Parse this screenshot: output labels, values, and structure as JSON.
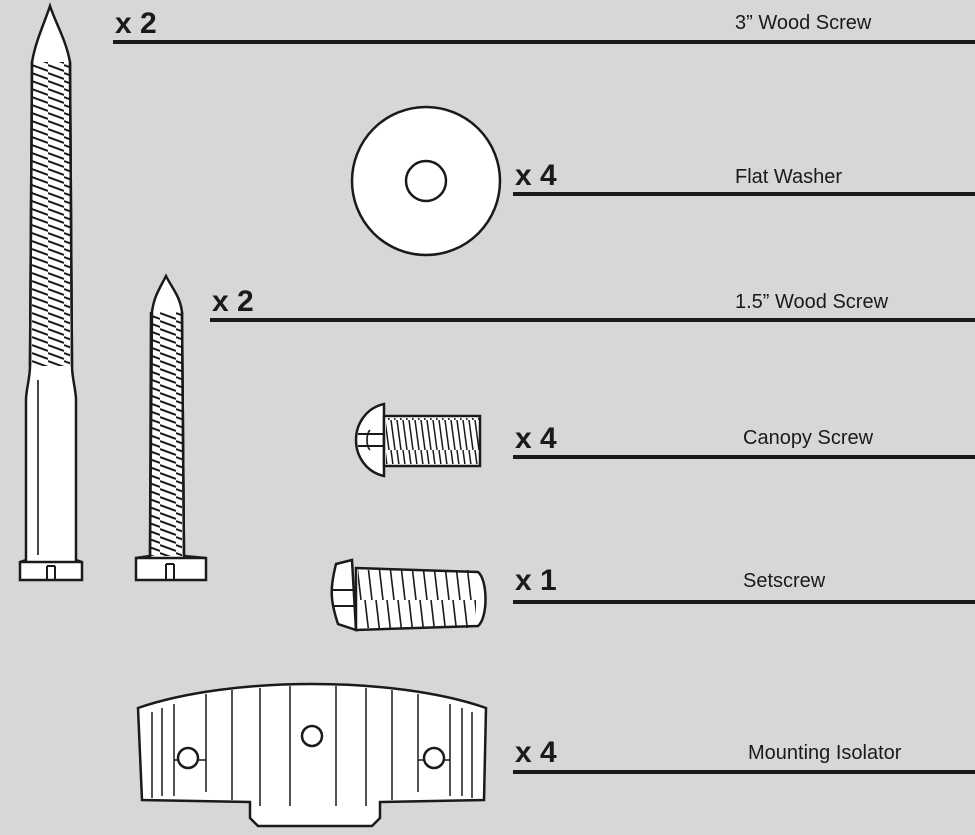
{
  "parts": [
    {
      "id": "wood-screw-3in",
      "quantity": "x 2",
      "name": "3” Wood Screw"
    },
    {
      "id": "flat-washer",
      "quantity": "x 4",
      "name": "Flat Washer"
    },
    {
      "id": "wood-screw-1-5in",
      "quantity": "x 2",
      "name": "1.5” Wood Screw"
    },
    {
      "id": "canopy-screw",
      "quantity": "x 4",
      "name": "Canopy Screw"
    },
    {
      "id": "setscrew",
      "quantity": "x 1",
      "name": "Setscrew"
    },
    {
      "id": "mounting-isolator",
      "quantity": "x 4",
      "name": "Mounting Isolator"
    }
  ],
  "colors": {
    "background": "#d7d7d8",
    "ink": "#1a1a1a",
    "part_fill": "#ffffff"
  }
}
